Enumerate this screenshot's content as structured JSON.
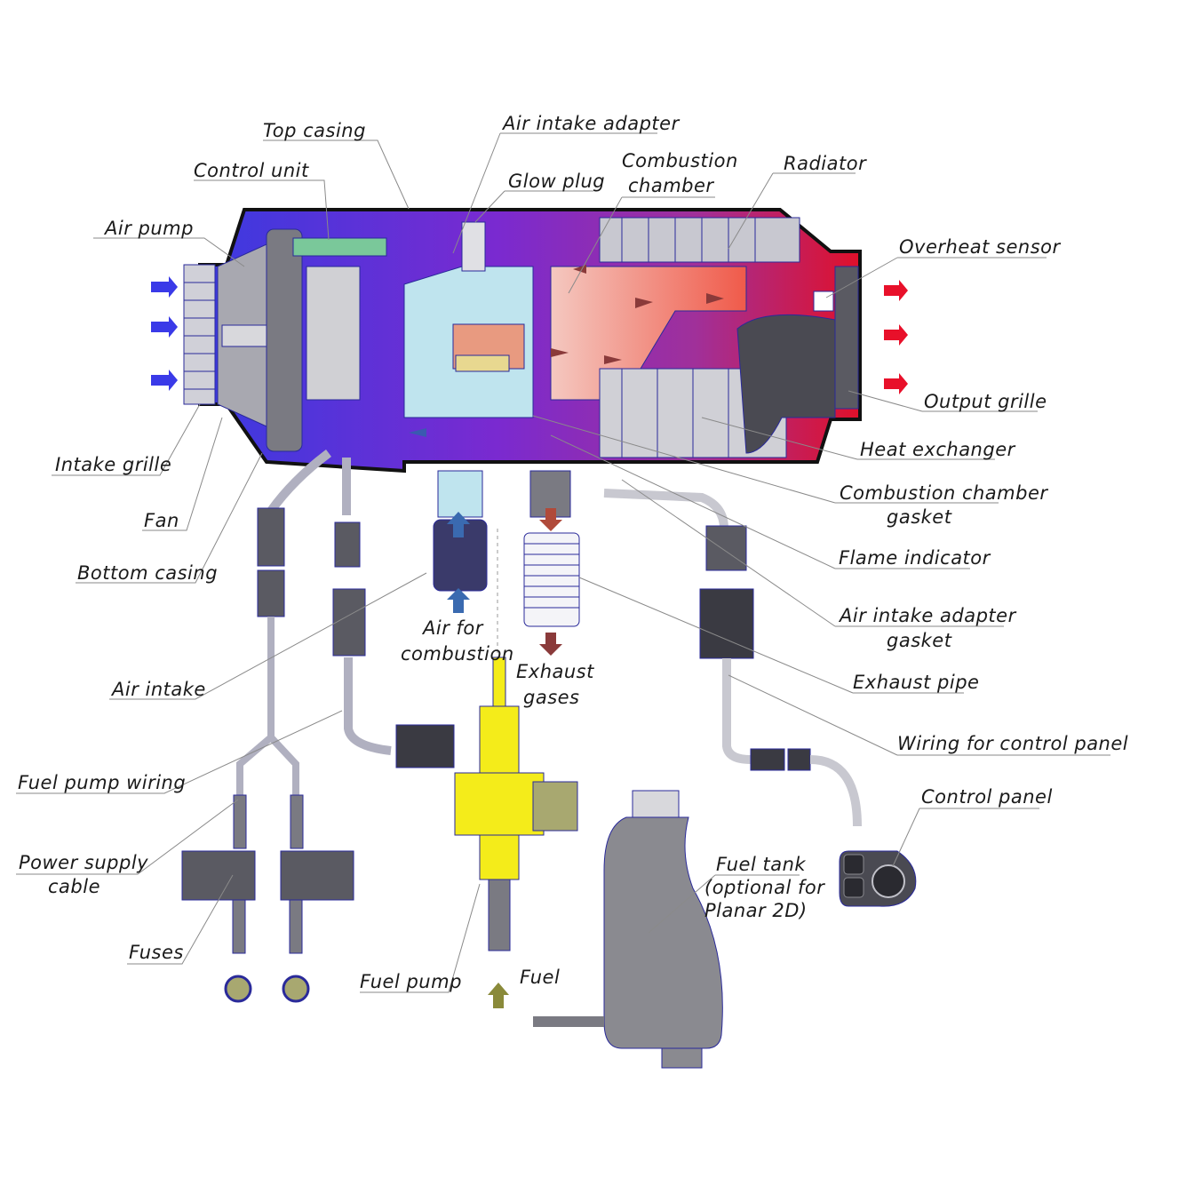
{
  "labels": {
    "top_casing": "Top casing",
    "air_intake_adapter": "Air intake adapter",
    "control_unit": "Control unit",
    "glow_plug": "Glow plug",
    "combustion_chamber_1": "Combustion",
    "combustion_chamber_2": "chamber",
    "radiator": "Radiator",
    "air_pump": "Air pump",
    "overheat_sensor": "Overheat sensor",
    "output_grille": "Output grille",
    "heat_exchanger": "Heat exchanger",
    "intake_grille": "Intake grille",
    "combustion_chamber_gasket_1": "Combustion chamber",
    "combustion_chamber_gasket_2": "gasket",
    "fan": "Fan",
    "flame_indicator": "Flame indicator",
    "bottom_casing": "Bottom casing",
    "air_intake_adapter_gasket_1": "Air intake adapter",
    "air_intake_adapter_gasket_2": "gasket",
    "air_for_combustion_1": "Air for",
    "air_for_combustion_2": "combustion",
    "exhaust_gases_1": "Exhaust",
    "exhaust_gases_2": "gases",
    "exhaust_pipe": "Exhaust pipe",
    "air_intake": "Air intake",
    "wiring_control_panel": "Wiring for control panel",
    "fuel_pump_wiring": "Fuel pump wiring",
    "control_panel": "Control panel",
    "power_supply_cable_1": "Power supply",
    "power_supply_cable_2": "cable",
    "fuel_tank_1": "Fuel tank",
    "fuel_tank_2": "(optional for",
    "fuel_tank_3": "Planar 2D)",
    "fuses": "Fuses",
    "fuel": "Fuel",
    "fuel_pump": "Fuel pump"
  },
  "colors": {
    "intake_arrow": "#3a3ae8",
    "output_arrow": "#e8102a",
    "casing_blue": "#3a3ae0",
    "casing_purple": "#9a2ac8",
    "casing_red": "#e0102a",
    "flame": "#f07a6a",
    "fuel_pump_yellow": "#f4ec1a",
    "parts_gray": "#6a6a70",
    "outline": "#2a2a9a"
  },
  "icons": [
    "fan-icon",
    "heat-icon",
    "knob-icon"
  ]
}
